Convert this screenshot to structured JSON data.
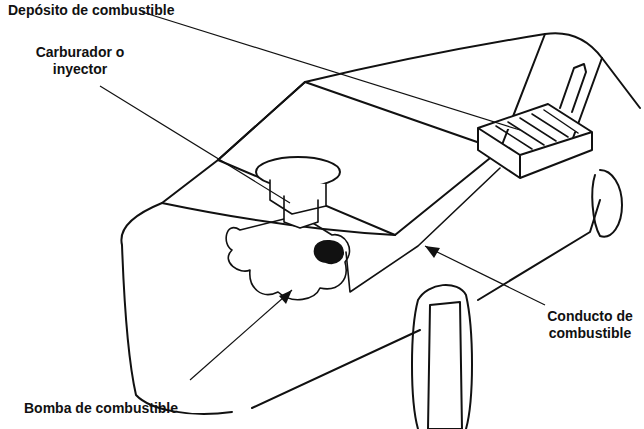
{
  "diagram": {
    "labels": [
      "Depósito de combustible",
      "Carburador o inyector",
      "Conducto de combustible",
      "Bomba de combustible"
    ]
  }
}
